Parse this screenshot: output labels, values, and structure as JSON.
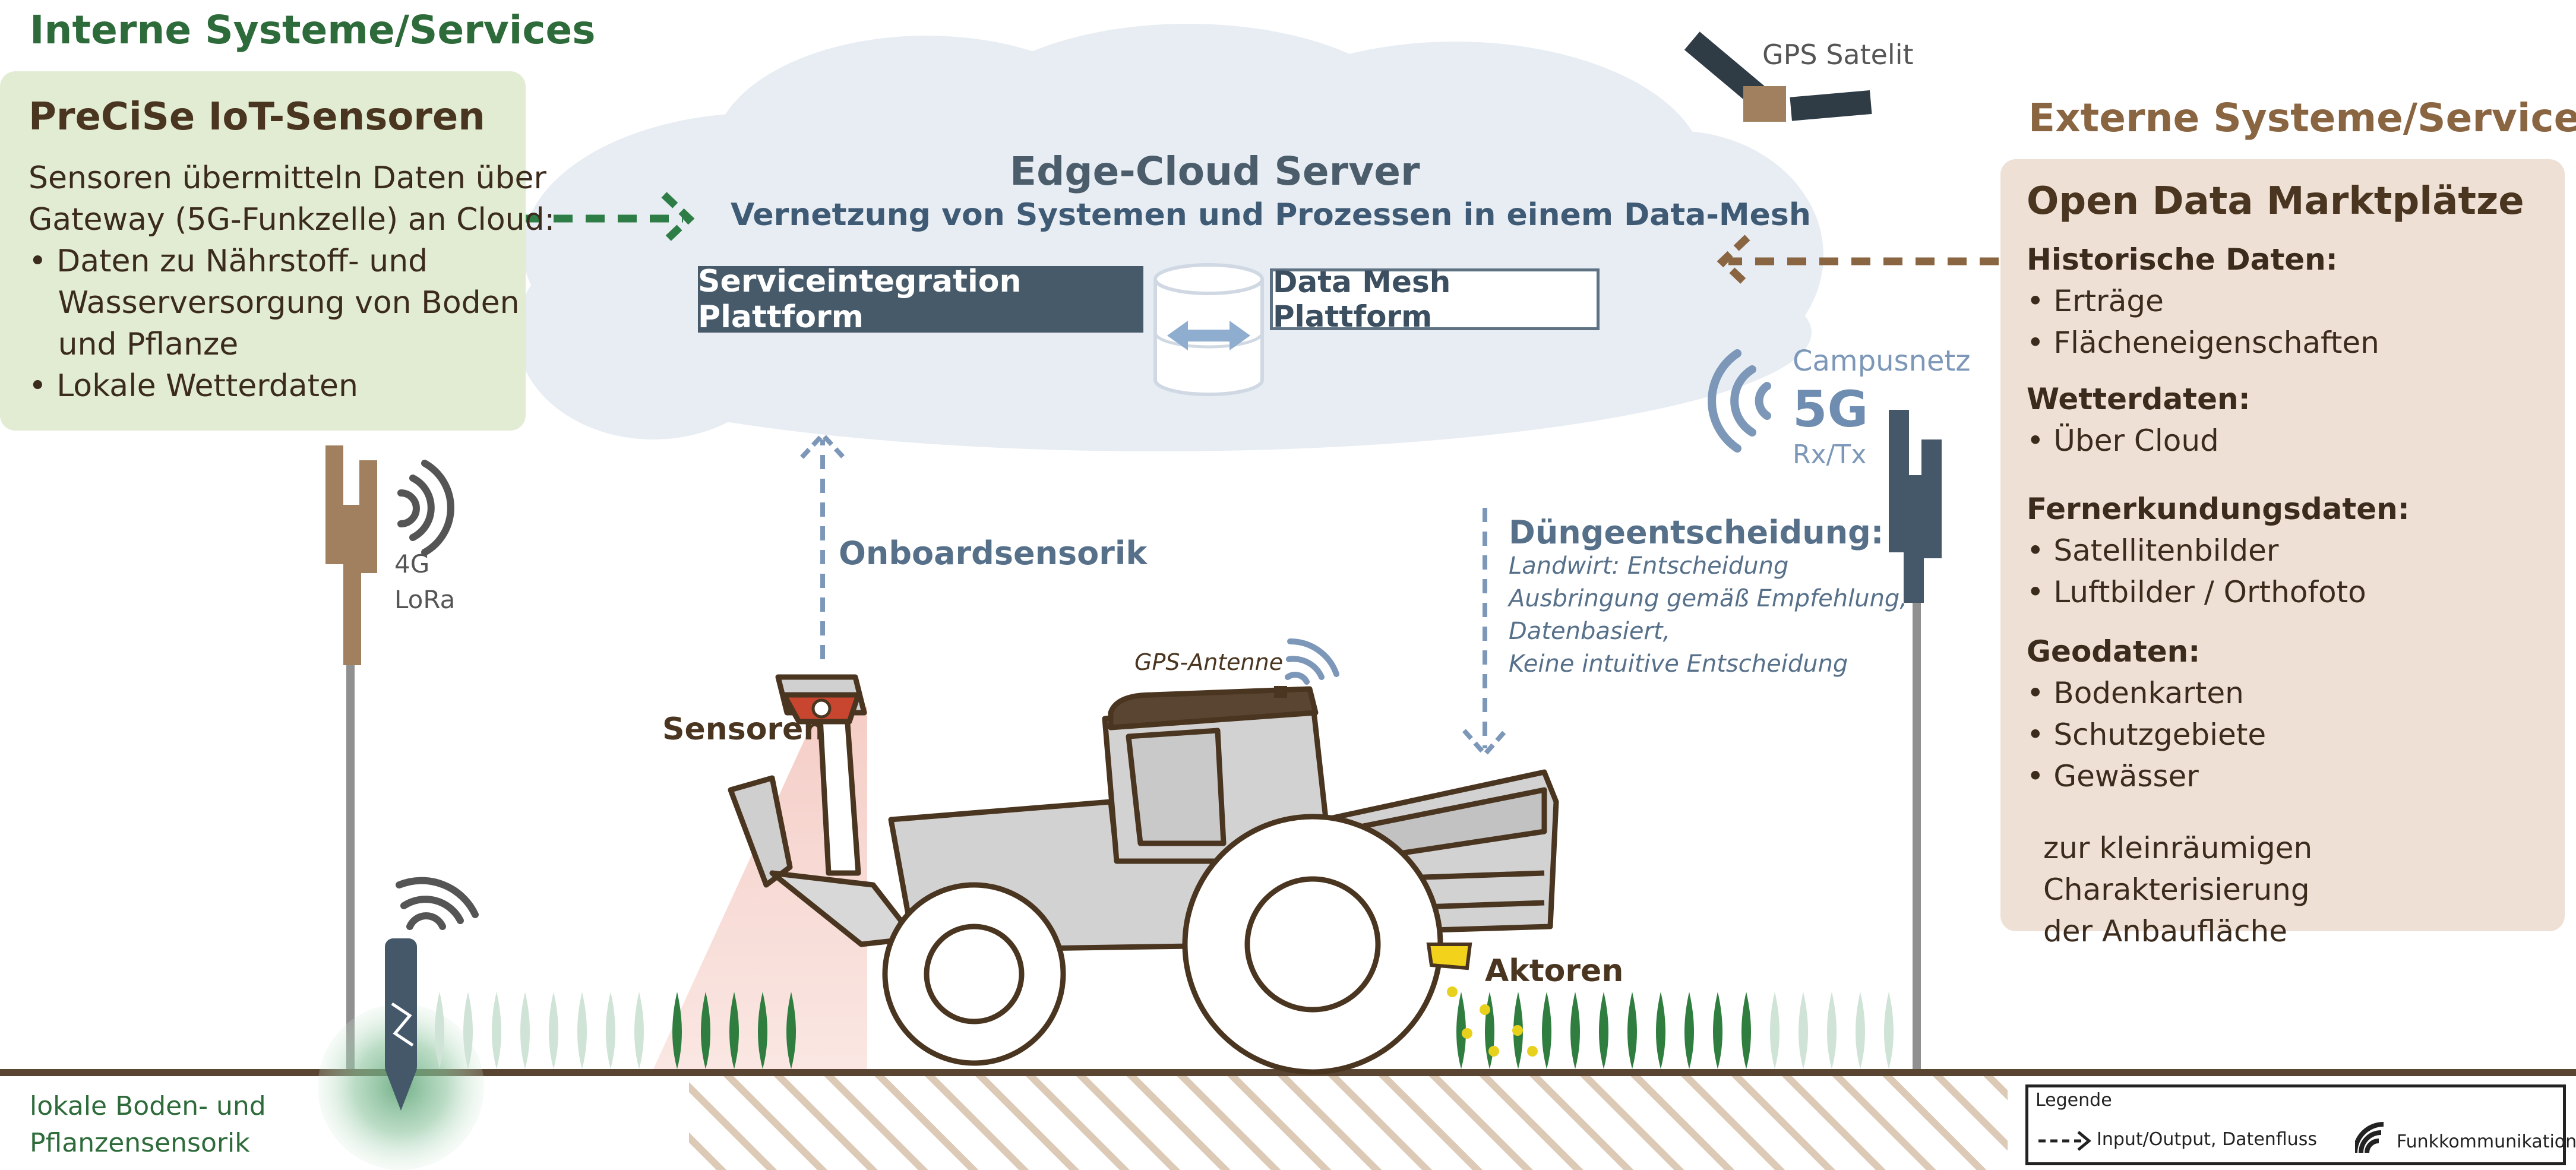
{
  "colors": {
    "internal_green": "#2e6b3a",
    "internal_box": "#e2ecd3",
    "external_brown": "#8a6542",
    "external_box": "#eee0d4",
    "cloud": "#e7edf3",
    "slate": "#475a6a",
    "arrow_green": "#2e7d46",
    "arrow_brown": "#8a6542",
    "arrow_blue": "#7c97b8"
  },
  "internal": {
    "heading": "Interne Systeme/Services",
    "box_title": "PreCiSe IoT-Sensoren",
    "lines": [
      "Sensoren übermitteln Daten über",
      "Gateway (5G-Funkzelle) an Cloud:",
      "• Daten zu Nährstoff- und",
      "   Wasserversorgung von Boden",
      "   und Pflanze",
      "• Lokale Wetterdaten"
    ]
  },
  "external": {
    "heading": "Externe Systeme/Services",
    "box_title": "Open Data Marktplätze",
    "sections": [
      {
        "title": "Historische Daten:",
        "items": [
          "• Erträge",
          "• Flächeneigenschaften"
        ]
      },
      {
        "title": "Wetterdaten:",
        "items": [
          "• Über Cloud"
        ]
      },
      {
        "title": "Fernerkundungsdaten:",
        "items": [
          "• Satellitenbilder",
          "• Luftbilder / Orthofoto"
        ]
      },
      {
        "title": "Geodaten:",
        "items": [
          "• Bodenkarten",
          "• Schutzgebiete",
          "• Gewässer"
        ]
      }
    ],
    "footer_lines": [
      "zur kleinräumigen Charakterisierung",
      "der Anbaufläche"
    ]
  },
  "cloud": {
    "title": "Edge-Cloud Server",
    "subtitle": "Vernetzung von Systemen und Prozessen in einem Data-Mesh",
    "service_platform": "Serviceintegration Plattform",
    "data_mesh_platform": "Data Mesh Plattform"
  },
  "labels": {
    "gps_satellite": "GPS Satelit",
    "campusnetz": "Campusnetz",
    "fiveg": "5G",
    "rxtx": "Rx/Tx",
    "fourg": "4G",
    "lora": "LoRa",
    "onboard": "Onboardsensorik",
    "sensoren": "Sensoren",
    "gps_antenna": "GPS-Antenne",
    "aktoren": "Aktoren",
    "soil_sensor_lines": [
      "lokale Boden- und",
      "Pflanzensensorik"
    ]
  },
  "duenge": {
    "title": "Düngeentscheidung:",
    "lines": [
      "Landwirt: Entscheidung",
      "Ausbringung gemäß Empfehlung,",
      "Datenbasiert,",
      "Keine intuitive Entscheidung"
    ]
  },
  "legend": {
    "title": "Legende",
    "dataflow": "Input/Output, Datenfluss",
    "radio": "Funkkommunikation"
  },
  "icons": {
    "satellite": "satellite-icon",
    "radio": "radio-waves-icon",
    "database": "database-exchange-icon",
    "tractor": "tractor-icon"
  }
}
